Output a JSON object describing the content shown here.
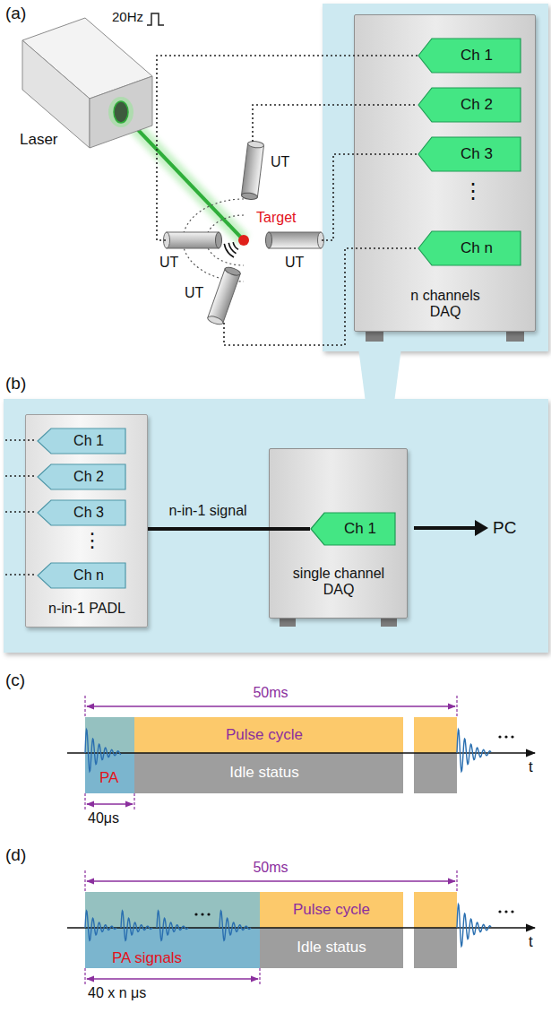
{
  "diagram": {
    "nodes": [
      {
        "text": [
          "Laser"
        ]
      },
      {
        "text": [
          "UT"
        ]
      },
      {
        "text": [
          "UT"
        ]
      },
      {
        "text": [
          "UT"
        ]
      },
      {
        "text": [
          "UT"
        ]
      },
      {
        "text": [
          "n channels DAQ"
        ]
      },
      {
        "text": [
          "Ch 1"
        ],
        "in": 5
      },
      {
        "text": [
          "Ch 2"
        ],
        "in": 5
      },
      {
        "text": [
          "Ch 3"
        ],
        "in": 5
      },
      {
        "text": [
          "Ch n"
        ],
        "in": 5
      },
      {
        "text": [
          "n-in-1 PADL"
        ]
      },
      {
        "text": [
          "Ch 1"
        ],
        "in": 10
      },
      {
        "text": [
          "Ch 2"
        ],
        "in": 10
      },
      {
        "text": [
          "Ch 3"
        ],
        "in": 10
      },
      {
        "text": [
          "Ch n"
        ],
        "in": 10
      },
      {
        "text": [
          "single channel DAQ"
        ]
      },
      {
        "text": [
          "Ch 1"
        ],
        "in": 15
      },
      {
        "text": [
          "Pulse cycle"
        ]
      },
      {
        "text": [
          "Idle status"
        ]
      },
      {
        "text": [
          "PA"
        ]
      },
      {
        "text": [
          "Pulse cycle"
        ]
      },
      {
        "text": [
          "Idle status"
        ]
      },
      {
        "text": [
          "PA signals"
        ]
      }
    ],
    "edges": [
      {
        "from": 2,
        "to": 6,
        "arrow": "none"
      },
      {
        "from": 1,
        "to": 7,
        "arrow": "none"
      },
      {
        "from": 3,
        "to": 8,
        "arrow": "none"
      },
      {
        "from": 4,
        "to": 9,
        "arrow": "none"
      },
      {
        "from": 10,
        "to": 16,
        "label": "n-in-1 signal",
        "arrow": "none"
      }
    ],
    "labels": [
      "(a)",
      "20Hz",
      "Target",
      "⋮",
      "(b)",
      "⋮",
      "PC",
      "(c)",
      "50ms",
      "40μs",
      "t",
      "(d)",
      "50ms",
      "40 x n μs",
      "t"
    ]
  }
}
